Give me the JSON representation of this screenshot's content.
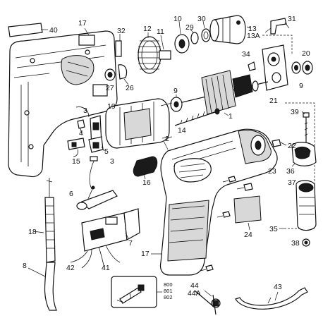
{
  "diagram": {
    "callouts": {
      "c17a": "17",
      "c32": "32",
      "c12": "12",
      "c11": "11",
      "c10": "10",
      "c29": "29",
      "c30": "30",
      "c13": "13",
      "c13a": "13A",
      "c31": "31",
      "c40": "40",
      "c34": "34",
      "c20": "20",
      "c27": "27",
      "c26": "26",
      "c9a": "9",
      "c9b": "9",
      "c21": "21",
      "c3a": "3",
      "c19": "19",
      "c4": "4",
      "c2": "2",
      "c14": "14",
      "c1": "1",
      "c39": "39",
      "c5": "5",
      "c15": "15",
      "c3b": "3",
      "c22": "22",
      "c23": "23",
      "c16": "16",
      "c36": "36",
      "c37": "37",
      "c6": "6",
      "c18": "18",
      "c24": "24",
      "c35": "35",
      "c7": "7",
      "c38": "38",
      "c42": "42",
      "c41": "41",
      "c8": "8",
      "c17b": "17",
      "c800": "800",
      "c801": "801",
      "c802": "802",
      "c44": "44",
      "c44a": "44A",
      "c43": "43"
    }
  }
}
